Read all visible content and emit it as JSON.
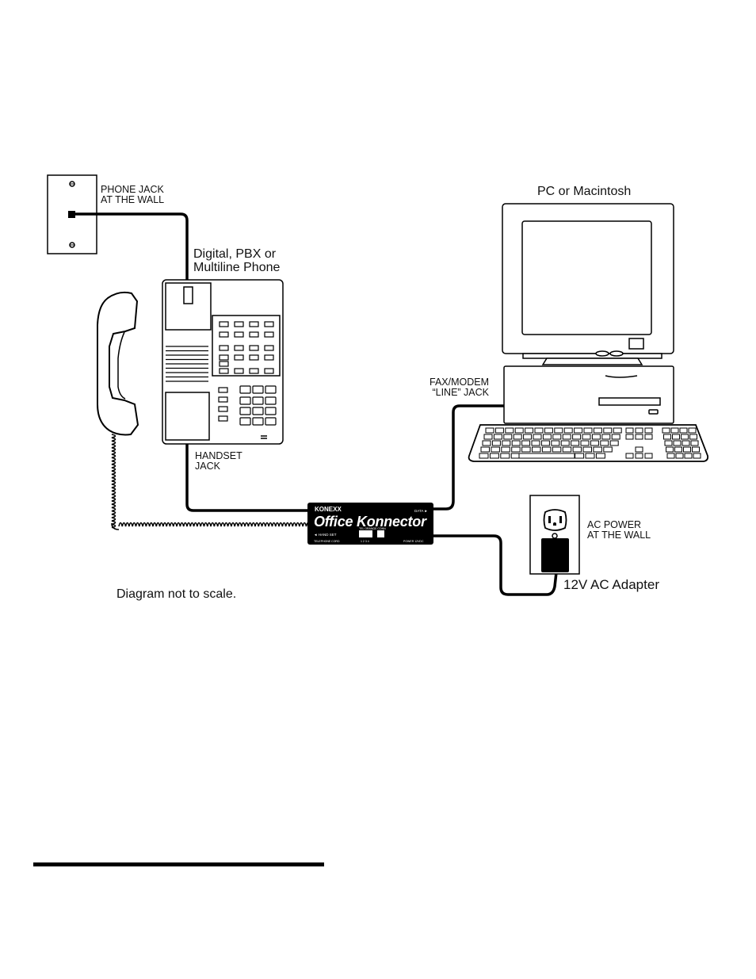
{
  "labels": {
    "phone_jack_line1": "PHONE JACK",
    "phone_jack_line2": "AT THE WALL",
    "phone_line1": "Digital, PBX or",
    "phone_line2": "Multiline Phone",
    "handset_jack_line1": "HANDSET",
    "handset_jack_line2": "JACK",
    "computer_title": "PC or Macintosh",
    "faxmodem_line1": "FAX/MODEM",
    "faxmodem_line2": "“LINE” JACK",
    "ac_power_line1": "AC POWER",
    "ac_power_line2": "AT THE WALL",
    "adapter": "12V AC Adapter",
    "note": "Diagram not to scale."
  },
  "device": {
    "brand": "KONEXX",
    "name": "Office Konnector",
    "port_data": "DATA ►",
    "port_handset": "◄ HAND SET",
    "switch_label": "TEL ORANGE CONN",
    "switch_positions": "1   2   3   4",
    "port_phone": "TELEPHONE CORD",
    "port_power": "POWER 12VDC"
  },
  "colors": {
    "ink": "#000000",
    "paper": "#ffffff"
  }
}
